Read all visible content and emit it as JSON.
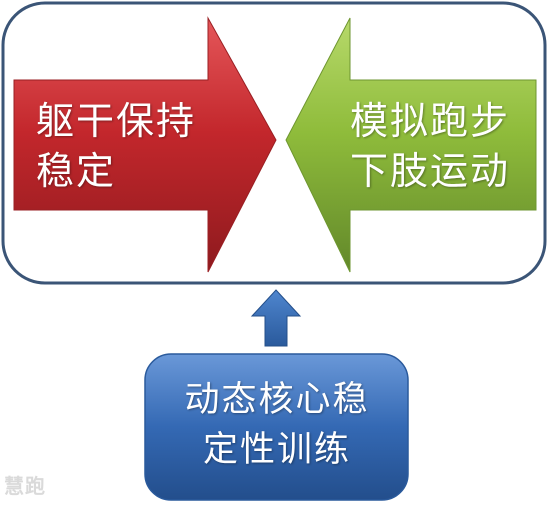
{
  "colors": {
    "frame_stroke": "#3b5577",
    "red_arrow": "#c0282d",
    "green_arrow": "#8bb83a",
    "blue_arrow": "#3a6db0",
    "blue_box": "#2e64b0"
  },
  "left_arrow": {
    "line1": "躯干保持",
    "line2": "稳定"
  },
  "right_arrow": {
    "line1": "模拟跑步",
    "line2": "下肢运动"
  },
  "bottom_box": {
    "line1": "动态核心稳",
    "line2": "定性训练"
  },
  "watermark": "慧跑"
}
